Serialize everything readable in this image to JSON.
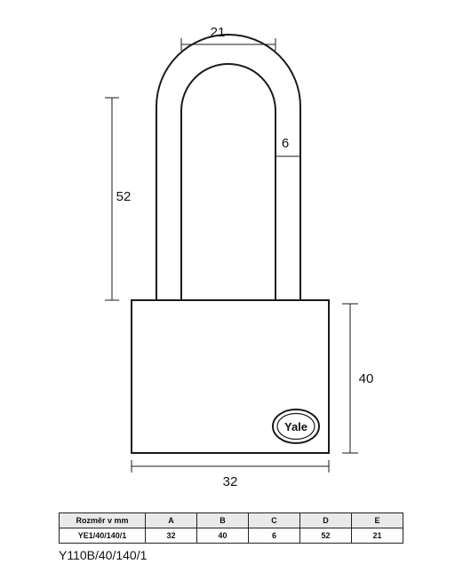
{
  "dimensions": {
    "shackle_width": "21",
    "shackle_thickness": "6",
    "shackle_height": "52",
    "body_height": "40",
    "body_width": "32"
  },
  "logo": {
    "text": "Yale"
  },
  "table": {
    "headers": [
      "Rozměr v mm",
      "A",
      "B",
      "C",
      "D",
      "E"
    ],
    "rows": [
      [
        "YE1/40/140/1",
        "32",
        "40",
        "6",
        "52",
        "21"
      ]
    ]
  },
  "model_code": "Y110B/40/140/1"
}
